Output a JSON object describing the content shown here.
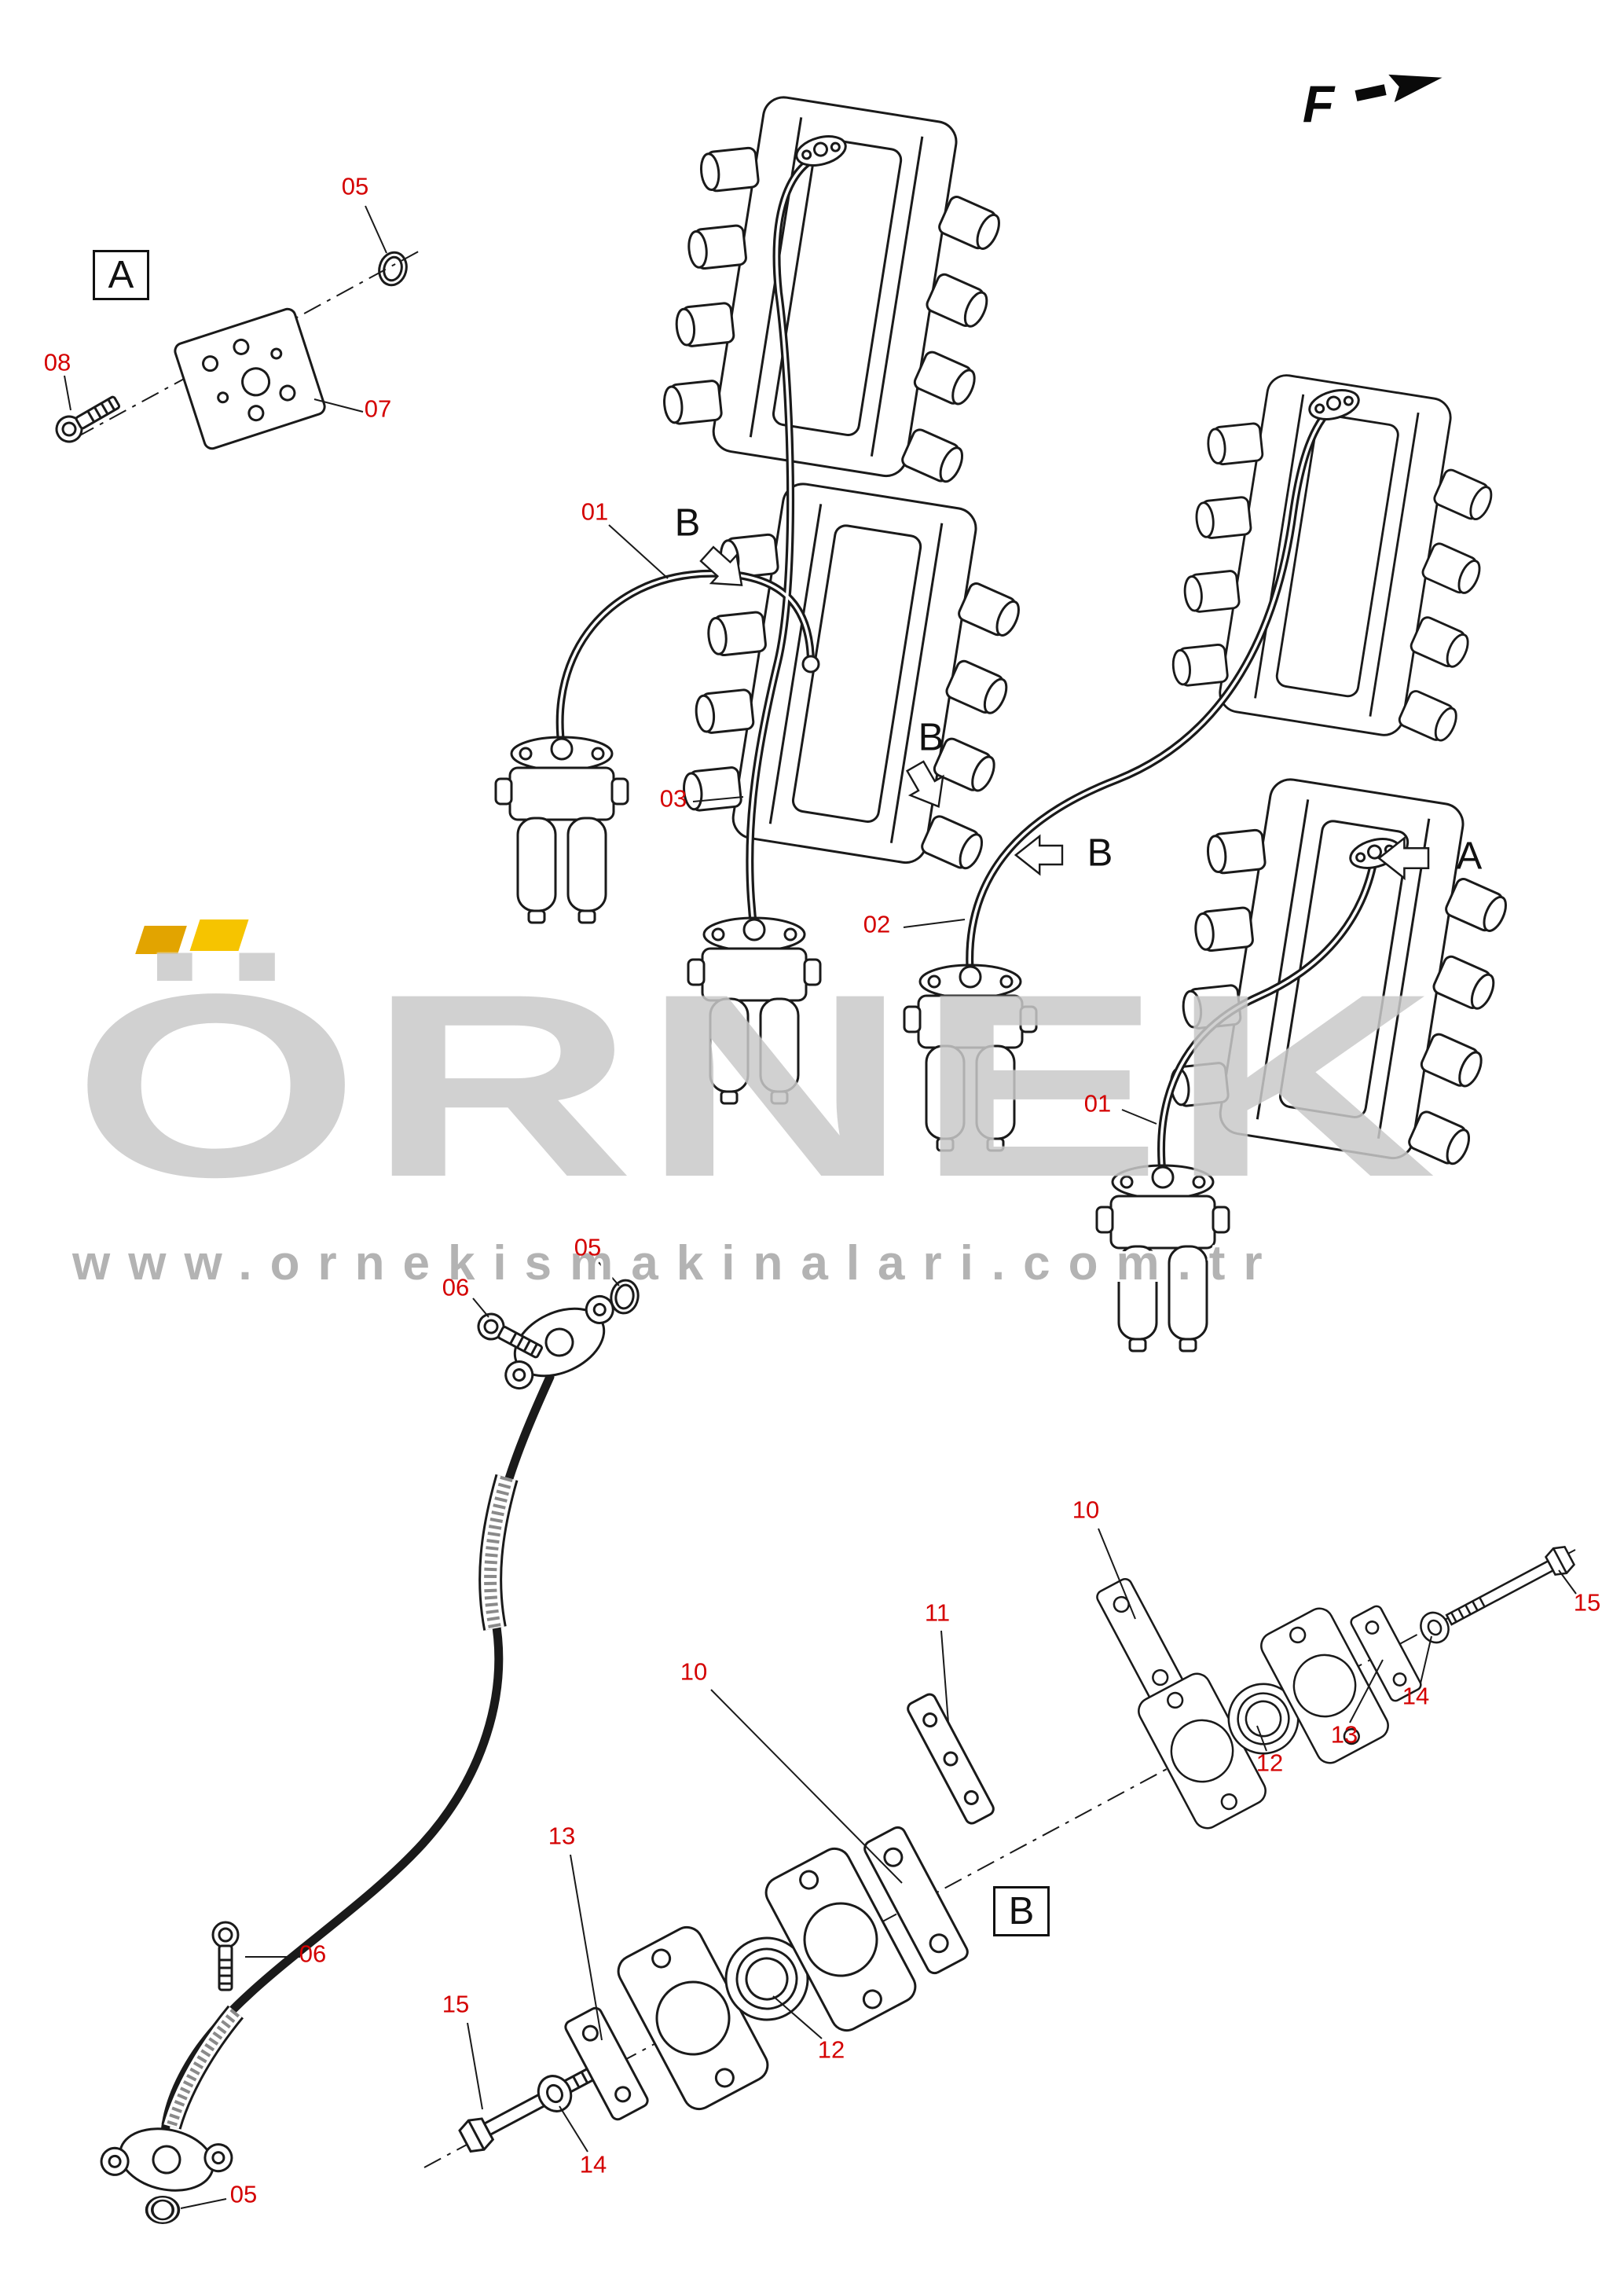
{
  "watermark": {
    "brand": "ÖRNEK",
    "url": "www.ornekismakinalari.com.tr",
    "accent_color": "#f6c400",
    "text_color": "#c9c9c9"
  },
  "direction": {
    "label": "F"
  },
  "callouts": [
    {
      "label": "A",
      "boxed": true
    },
    {
      "label": "B",
      "boxed": false
    },
    {
      "label": "B",
      "boxed": false
    },
    {
      "label": "B",
      "boxed": false
    },
    {
      "label": "A",
      "boxed": false
    },
    {
      "label": "B",
      "boxed": true
    }
  ],
  "part_labels": [
    {
      "num": "05"
    },
    {
      "num": "08"
    },
    {
      "num": "07"
    },
    {
      "num": "01"
    },
    {
      "num": "03"
    },
    {
      "num": "02"
    },
    {
      "num": "01"
    },
    {
      "num": "05"
    },
    {
      "num": "06"
    },
    {
      "num": "10"
    },
    {
      "num": "11"
    },
    {
      "num": "15"
    },
    {
      "num": "14"
    },
    {
      "num": "13"
    },
    {
      "num": "12"
    },
    {
      "num": "10"
    },
    {
      "num": "13"
    },
    {
      "num": "12"
    },
    {
      "num": "15"
    },
    {
      "num": "06"
    },
    {
      "num": "14"
    },
    {
      "num": "05"
    }
  ],
  "colors": {
    "label": "#d40000",
    "line": "#1a1a1a",
    "background": "#ffffff"
  }
}
